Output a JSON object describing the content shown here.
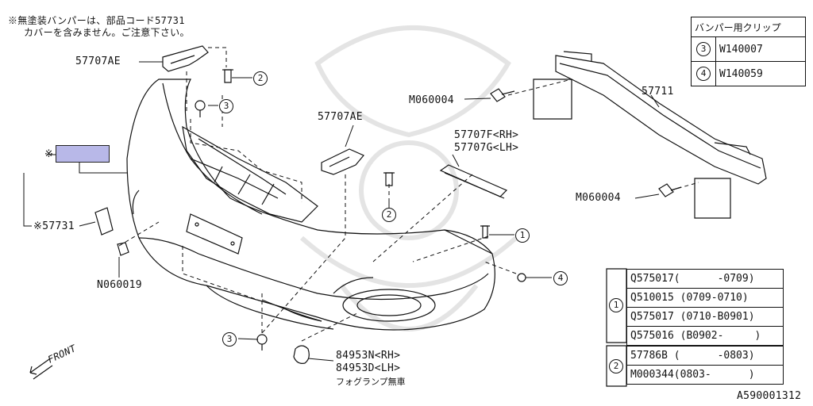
{
  "note": {
    "line1": "※無塗装バンパーは、部品コード57731",
    "line2": "カバーを含みません。ご注意下さい。"
  },
  "parts": {
    "p57707AE_top": "57707AE",
    "p57707AE_mid": "57707AE",
    "m060004_top": "M060004",
    "m060004_bottom": "M060004",
    "p57711": "57711",
    "p57707F": "57707F<RH>",
    "p57707G": "57707G<LH>",
    "note_marker": "※",
    "p57731": "※57731",
    "n060019": "N060019",
    "p84953N": "84953N<RH>",
    "p84953D": "84953D<LH>",
    "fog_note": "フォグランプ無車",
    "front": "FRONT",
    "fig_code": "A590001312"
  },
  "callouts": {
    "c1": "1",
    "c2a": "2",
    "c2b": "2",
    "c3a": "3",
    "c3b": "3",
    "c4": "4"
  },
  "clip_table": {
    "header": "バンパー用クリップ",
    "rows": [
      {
        "num": "3",
        "code": "W140007"
      },
      {
        "num": "4",
        "code": "W140059"
      }
    ]
  },
  "table1": {
    "num": "1",
    "rows": [
      "Q575017(      -0709)",
      "Q510015 (0709-0710)",
      "Q575017 (0710-B0901)",
      "Q575016 (B0902-     )"
    ]
  },
  "table2": {
    "num": "2",
    "rows": [
      "57786B (      -0803)",
      "M000344(0803-      )"
    ]
  },
  "colors": {
    "line": "#111111",
    "highlight": "#b8b8e8",
    "watermark": "#e6e6e6"
  }
}
